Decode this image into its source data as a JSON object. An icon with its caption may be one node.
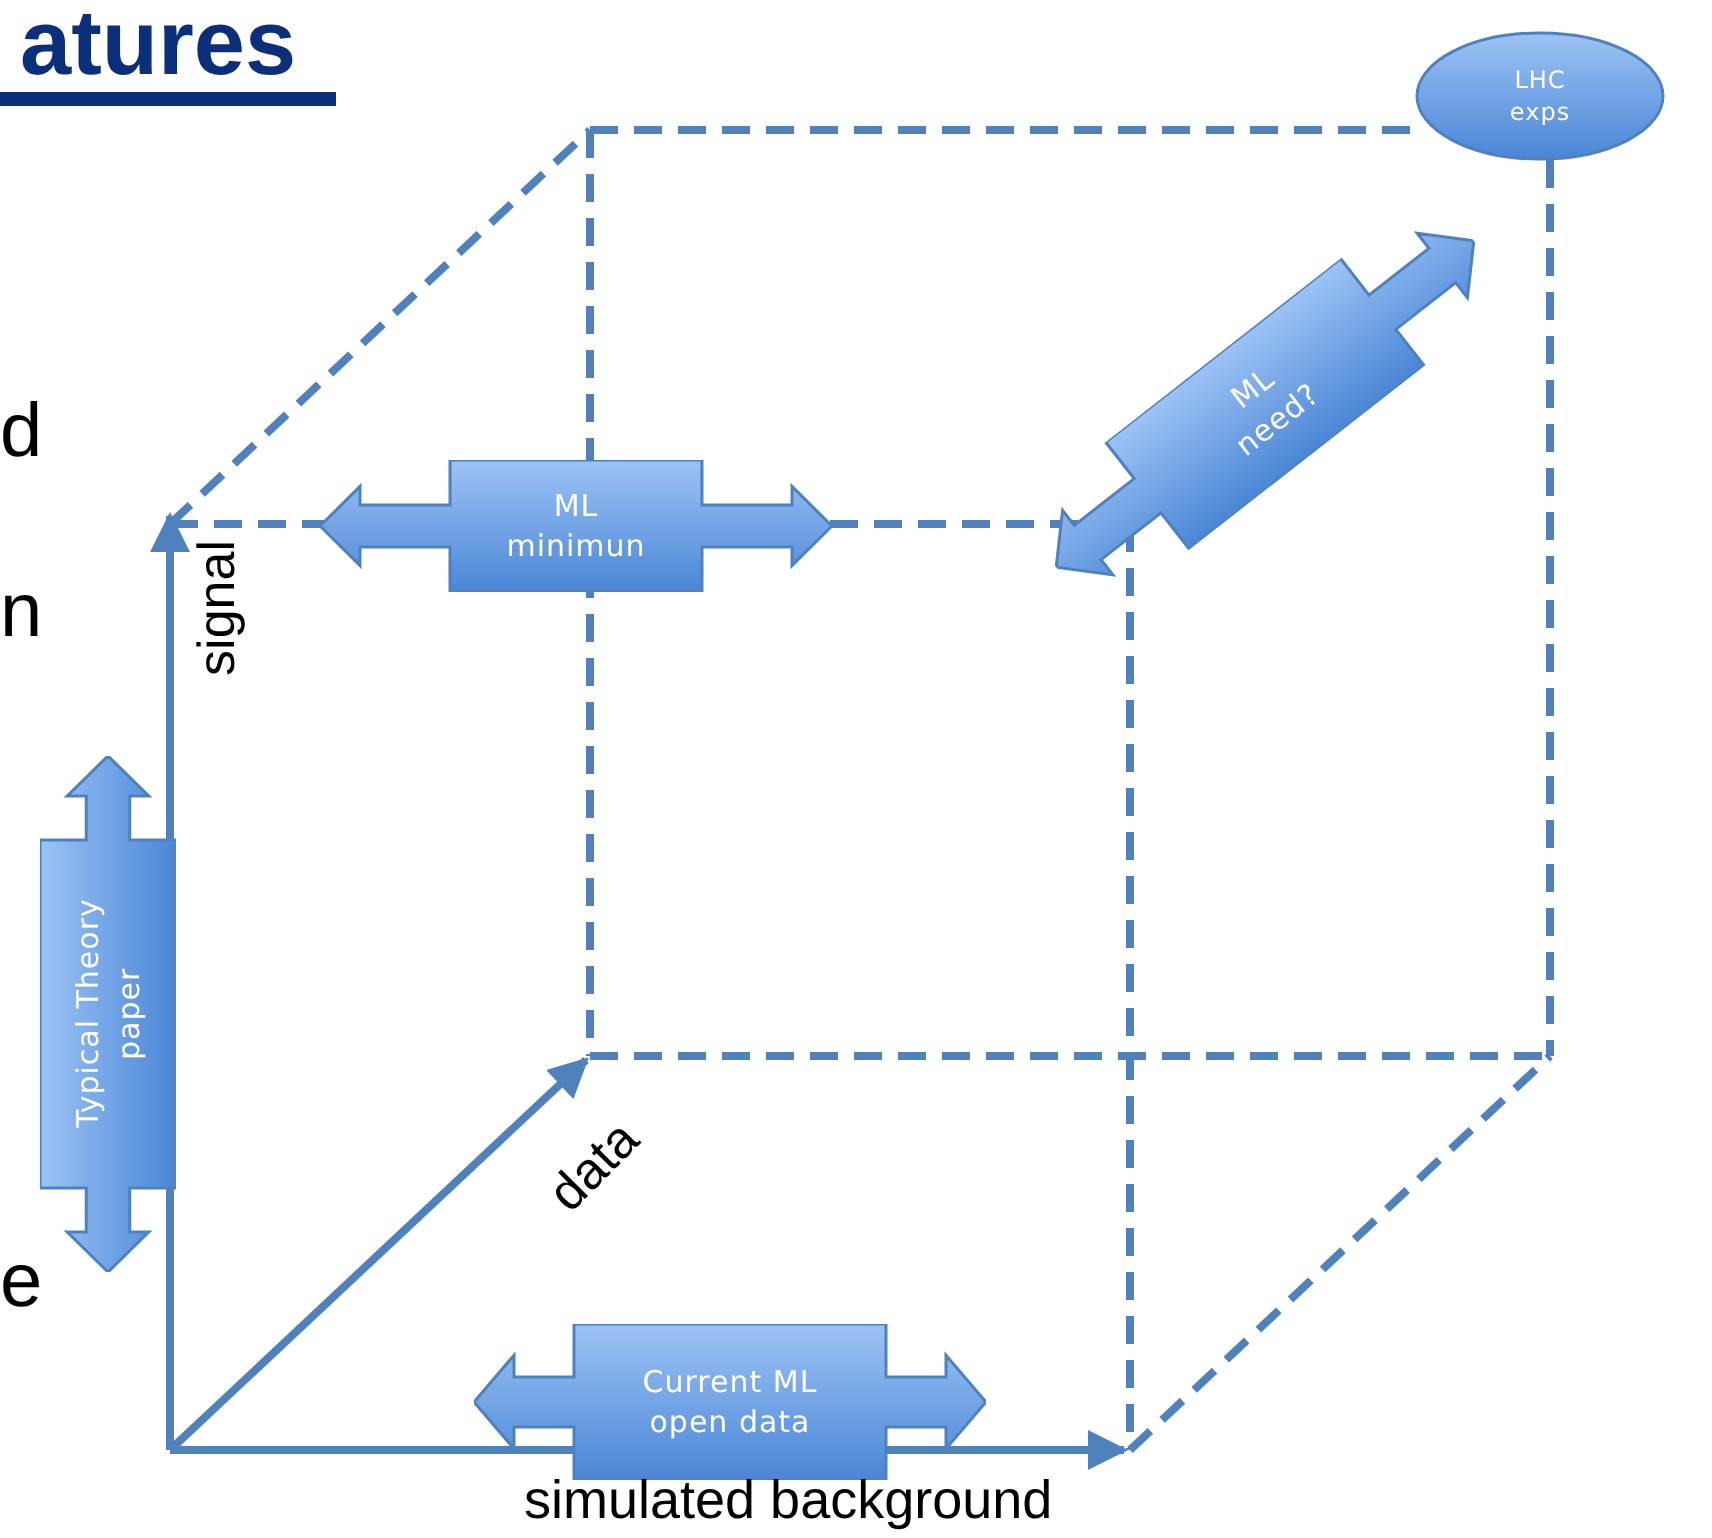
{
  "diagram": {
    "title": "atures",
    "nodes": [
      {
        "text": [
          "LHC exps"
        ]
      },
      {
        "text": [
          "ML minimun"
        ]
      },
      {
        "text": [
          "ML need?"
        ]
      },
      {
        "text": [
          "Typical Theory paper"
        ]
      },
      {
        "text": [
          "Current ML open data"
        ]
      }
    ],
    "labels": [
      "d",
      "signal",
      "n",
      "data",
      "e",
      "simulated background"
    ]
  }
}
